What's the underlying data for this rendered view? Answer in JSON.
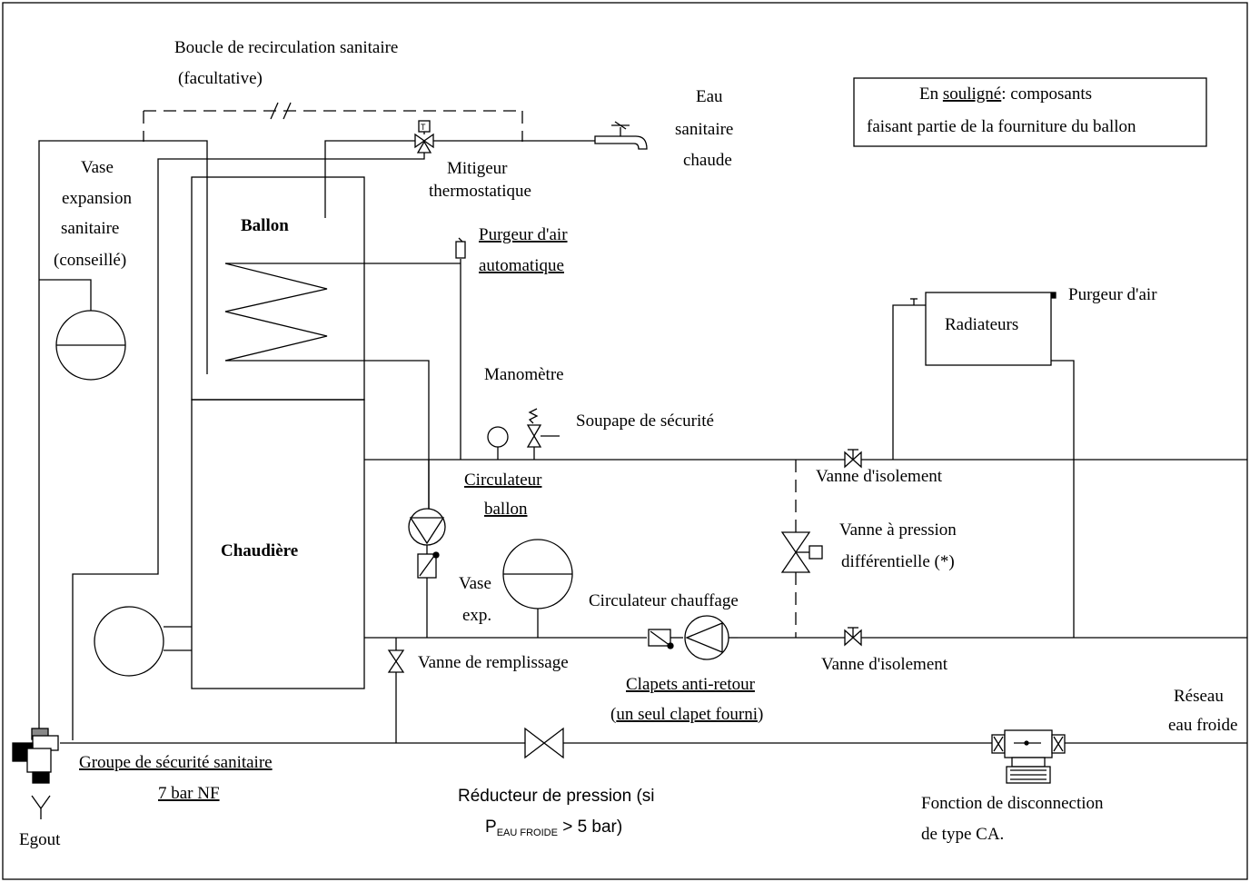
{
  "labels": {
    "recirc_line1": "Boucle de recirculation sanitaire",
    "recirc_line2": "(facultative)",
    "eau_line1": "Eau",
    "eau_line2": "sanitaire",
    "eau_line3": "chaude",
    "legend_line1_prefix": "En ",
    "legend_line1_underlined": "souligné",
    "legend_line1_suffix": ": composants",
    "legend_line2": "faisant partie de la fourniture du ballon",
    "vase_san_line1": "Vase",
    "vase_san_line2": "expansion",
    "vase_san_line3": "sanitaire",
    "vase_san_line4": "(conseillé)",
    "mitigeur_line1": "Mitigeur",
    "mitigeur_line2": "thermostatique",
    "mitigeur_symbol": "T",
    "ballon": "Ballon",
    "chaudiere": "Chaudière",
    "purgeur_auto_line1": "Purgeur d'air",
    "purgeur_auto_line2": "automatique",
    "purgeur_air": "Purgeur d'air",
    "radiateurs": "Radiateurs",
    "manometre": "Manomètre",
    "soupape": "Soupape de sécurité",
    "circ_ballon_line1": "Circulateur",
    "circ_ballon_line2": "ballon",
    "vanne_iso_top": "Vanne d'isolement",
    "vanne_diff_line1": "Vanne à pression",
    "vanne_diff_line2": "différentielle (*)",
    "vase_exp_line1": "Vase",
    "vase_exp_line2": "exp.",
    "circ_chauffage": "Circulateur chauffage",
    "vanne_remplissage": "Vanne de remplissage",
    "vanne_iso_bottom": "Vanne d'isolement",
    "clapets_line1": "Clapets anti-retour",
    "clapets_line2_underlined": "un seul clapet fourni",
    "clapets_open": "(",
    "clapets_close": ")",
    "reseau_line1": "Réseau",
    "reseau_line2": "eau froide",
    "groupe_line1": "Groupe de sécurité sanitaire",
    "groupe_line2": "7 bar NF",
    "egout": "Egout",
    "reducteur_line1": "Réducteur de pression (si",
    "reducteur_p": "P",
    "reducteur_sub": "EAU FROIDE",
    "reducteur_tail": " > 5 bar)",
    "fonction_line1": "Fonction de disconnection",
    "fonction_line2": "de type CA."
  }
}
